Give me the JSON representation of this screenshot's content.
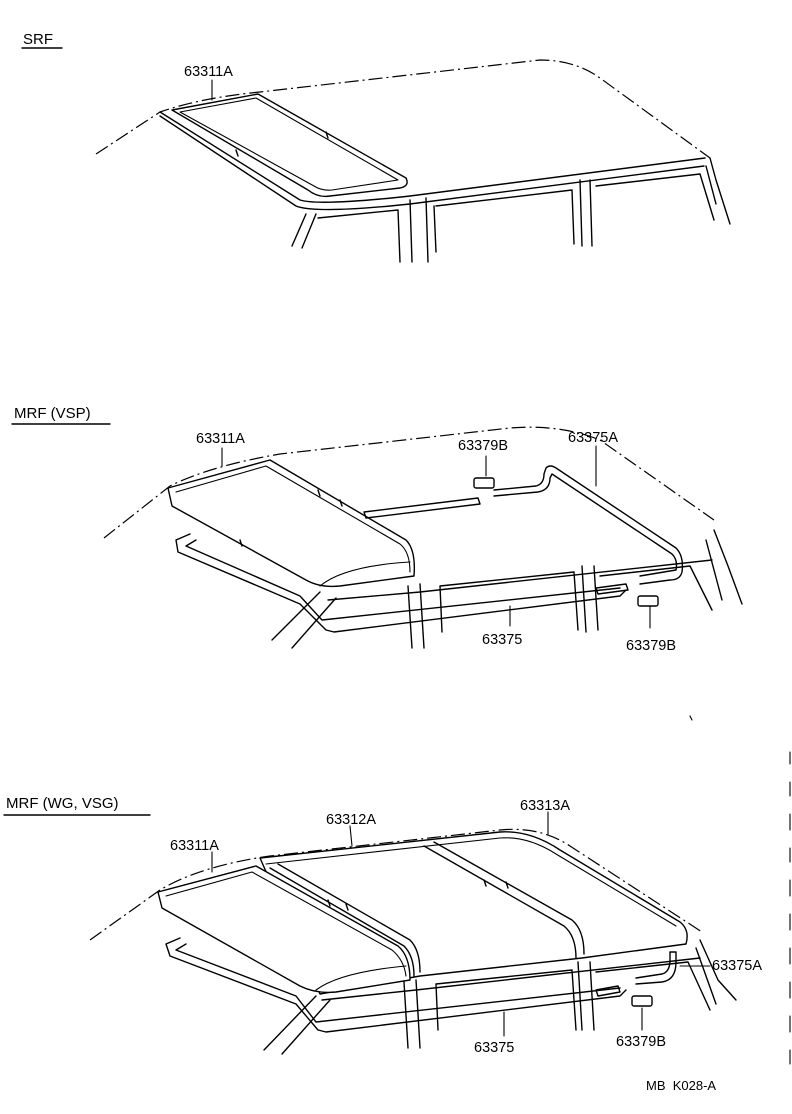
{
  "sections": {
    "srf": {
      "title": "SRF",
      "part_63311a": "63311A"
    },
    "mrf_vsp": {
      "title": "MRF (VSP)",
      "part_63311a": "63311A",
      "part_63379b_top": "63379B",
      "part_63375a": "63375A",
      "part_63375": "63375",
      "part_63379b_bottom": "63379B"
    },
    "mrf_wg": {
      "title": "MRF (WG, VSG)",
      "part_63311a": "63311A",
      "part_63312a": "63312A",
      "part_63313a": "63313A",
      "part_63375a": "63375A",
      "part_63375": "63375",
      "part_63379b": "63379B"
    }
  },
  "footer": {
    "code": "MB  K028-A"
  }
}
